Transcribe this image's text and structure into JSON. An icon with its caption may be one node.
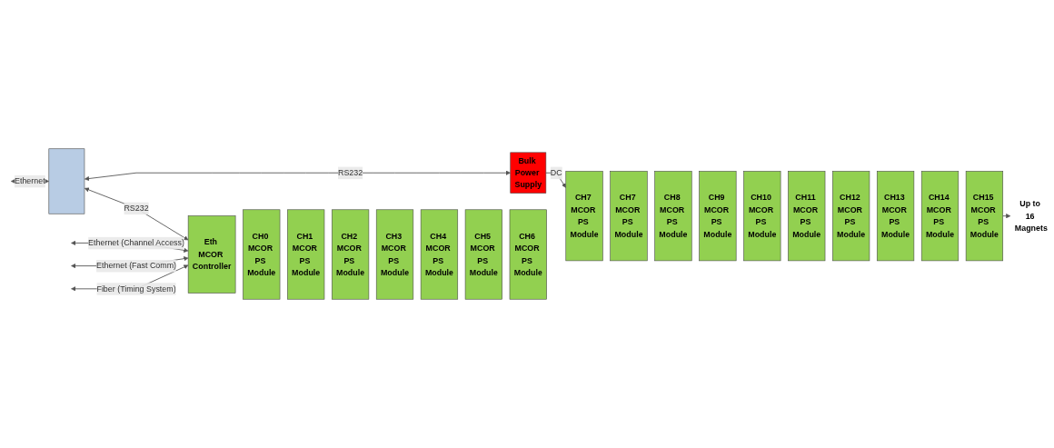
{
  "diagram": {
    "nodes": [
      {
        "text": [
          "Eth MCOR Controller"
        ]
      },
      {
        "text": [
          "CH0 MCOR PS Module"
        ]
      },
      {
        "text": [
          "CH1 MCOR PS Module"
        ]
      },
      {
        "text": [
          "CH2 MCOR PS Module"
        ]
      },
      {
        "text": [
          "CH3 MCOR PS Module"
        ]
      },
      {
        "text": [
          "CH4 MCOR PS Module"
        ]
      },
      {
        "text": [
          "CH5 MCOR PS Module"
        ]
      },
      {
        "text": [
          "CH6 MCOR PS Module"
        ]
      },
      {
        "text": [
          "CH7 MCOR PS Module"
        ]
      },
      {
        "text": [
          "CH7 MCOR PS Module"
        ]
      },
      {
        "text": [
          "CH8 MCOR PS Module"
        ]
      },
      {
        "text": [
          "CH9 MCOR PS Module"
        ]
      },
      {
        "text": [
          "CH10 MCOR PS Module"
        ]
      },
      {
        "text": [
          "CH11 MCOR PS Module"
        ]
      },
      {
        "text": [
          "CH12 MCOR PS Module"
        ]
      },
      {
        "text": [
          "CH13 MCOR PS Module"
        ]
      },
      {
        "text": [
          "CH14 MCOR PS Module"
        ]
      },
      {
        "text": [
          "CH15 MCOR PS Module"
        ]
      },
      {
        "text": [
          "Up to 16 Magnets"
        ]
      },
      {
        "text": [],
        "shape": "box"
      },
      {
        "text": [
          "Bulk Power Supply"
        ]
      }
    ],
    "edges": [
      {
        "from": null,
        "to": 0,
        "arrow": "both",
        "label": "Ethernet (Channel Access)"
      },
      {
        "from": null,
        "to": 0,
        "arrow": "both",
        "label": "Ethernet (Fast Comm)"
      },
      {
        "from": null,
        "to": 0,
        "arrow": "both",
        "label": "Fiber (Timing System)"
      },
      {
        "from": 17,
        "to": 18,
        "arrow": "to"
      },
      {
        "from": 19,
        "to": 0,
        "arrow": "both",
        "label": "RS232"
      },
      {
        "from": null,
        "to": 19,
        "arrow": "both",
        "label": "Ethernet"
      },
      {
        "from": 19,
        "to": 20,
        "arrow": "both",
        "label": "RS232"
      },
      {
        "from": 20,
        "to": 8,
        "arrow": "to",
        "label": "DC"
      }
    ]
  }
}
